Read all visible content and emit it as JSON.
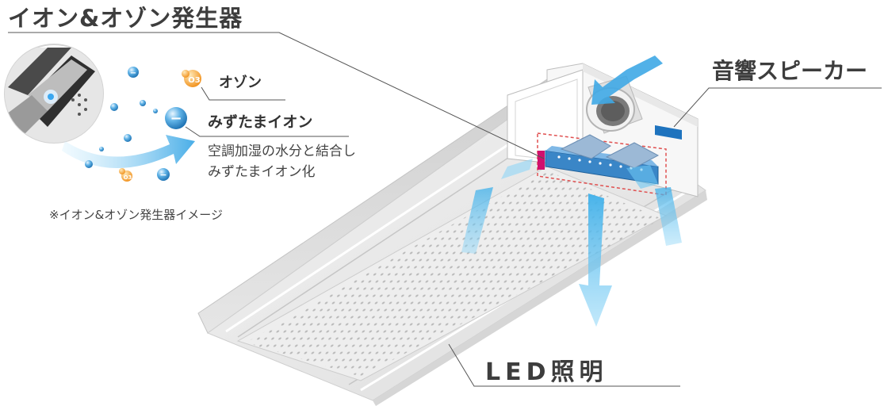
{
  "labels": {
    "main_title": "イオン&オゾン発生器",
    "speaker": "音響スピーカー",
    "led": "LED照明",
    "ozone": "オゾン",
    "ion": "みずたまイオン",
    "description_line1": "空調加湿の水分と結合し",
    "description_line2": "みずたまイオン化",
    "note": "※イオン&オゾン発生器イメージ"
  },
  "icons": {
    "ozone_symbol": "O3",
    "ion_symbol": "−"
  },
  "colors": {
    "ion_blue": "#2a8fd0",
    "ozone_orange": "#f5a530",
    "airflow": "#5cc0ef",
    "speaker_blue": "#1e73be",
    "generator_magenta": "#d0106e",
    "dashed_red": "#e05050",
    "leader_line": "#555555"
  }
}
